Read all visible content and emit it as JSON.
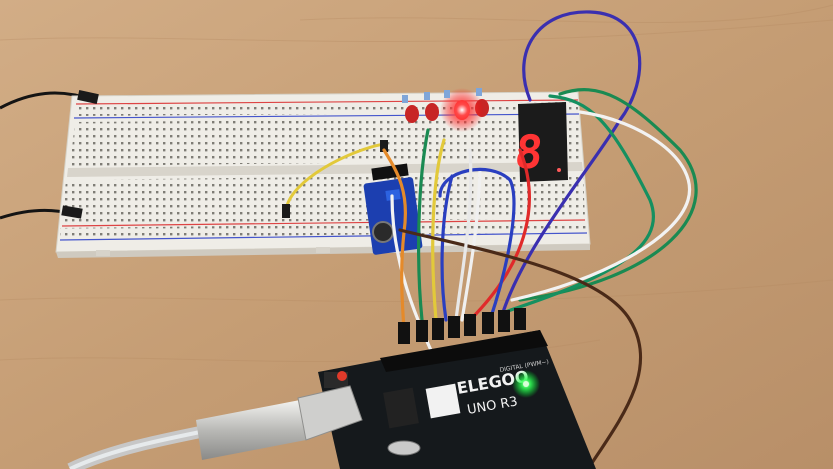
{
  "board": {
    "brand": "ELEGOO",
    "model": "UNO R3",
    "header_label": "DIGITAL (PWM~)"
  },
  "display": {
    "digit": "8"
  },
  "colors": {
    "table": "#c9a27a",
    "breadboard": "#eeece6",
    "arduino": "#15191c",
    "led_on": "#ff2a2a",
    "power_led": "#37ff5a",
    "segment": "#ff3434"
  }
}
